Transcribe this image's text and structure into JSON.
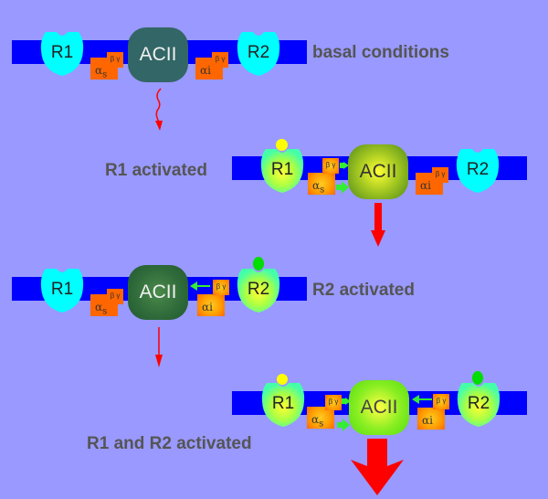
{
  "panels": [
    {
      "caption": "basal conditions",
      "r1": {
        "label": "R1",
        "state": "inactive",
        "ligand": null
      },
      "r2": {
        "label": "R2",
        "state": "inactive",
        "ligand": null
      },
      "acii": {
        "label": "ACII",
        "state": "inactive"
      },
      "gs": {
        "alpha": "α",
        "alpha_sub": "s",
        "betagamma": "β γ",
        "active": false
      },
      "gi": {
        "alpha": "αi",
        "betagamma": "β γ",
        "active": false
      },
      "output_arrow": "wavy-thin"
    },
    {
      "caption": "R1 activated",
      "r1": {
        "label": "R1",
        "state": "active",
        "ligand": "yellow"
      },
      "r2": {
        "label": "R2",
        "state": "inactive",
        "ligand": null
      },
      "acii": {
        "label": "ACII",
        "state": "active"
      },
      "gs": {
        "alpha": "α",
        "alpha_sub": "s",
        "betagamma": "β γ",
        "active": true,
        "effect": "stimulate"
      },
      "gi": {
        "alpha": "αi",
        "betagamma": "β γ",
        "active": false
      },
      "output_arrow": "medium"
    },
    {
      "caption": "R2 activated",
      "r1": {
        "label": "R1",
        "state": "inactive",
        "ligand": null
      },
      "r2": {
        "label": "R2",
        "state": "active",
        "ligand": "green"
      },
      "acii": {
        "label": "ACII",
        "state": "inactive"
      },
      "gs": {
        "alpha": "α",
        "alpha_sub": "s",
        "betagamma": "β γ",
        "active": false
      },
      "gi": {
        "alpha": "αi",
        "betagamma": "β γ",
        "active": true,
        "effect": "betagamma-to-acii"
      },
      "output_arrow": "thin"
    },
    {
      "caption": "R1 and R2 activated",
      "r1": {
        "label": "R1",
        "state": "active",
        "ligand": "yellow"
      },
      "r2": {
        "label": "R2",
        "state": "active",
        "ligand": "green"
      },
      "acii": {
        "label": "ACII",
        "state": "strongly-active"
      },
      "gs": {
        "alpha": "α",
        "alpha_sub": "s",
        "betagamma": "β γ",
        "active": true,
        "effect": "stimulate"
      },
      "gi": {
        "alpha": "αi",
        "betagamma": "β γ",
        "active": true,
        "effect": "betagamma-to-acii"
      },
      "output_arrow": "thick"
    }
  ],
  "colors": {
    "background": "#9999ff",
    "membrane": "#0000ff",
    "receptor_inactive": "#00ffff",
    "receptor_active": "#ccff44",
    "acii_inactive": "#336666",
    "acii_active": "#88ee22",
    "g_protein": "#ff6600",
    "ligand_r1": "#ffff00",
    "ligand_r2": "#00dd00",
    "arrow": "#ff0000",
    "stim_arrow": "#33ee33",
    "caption": "#555555"
  }
}
